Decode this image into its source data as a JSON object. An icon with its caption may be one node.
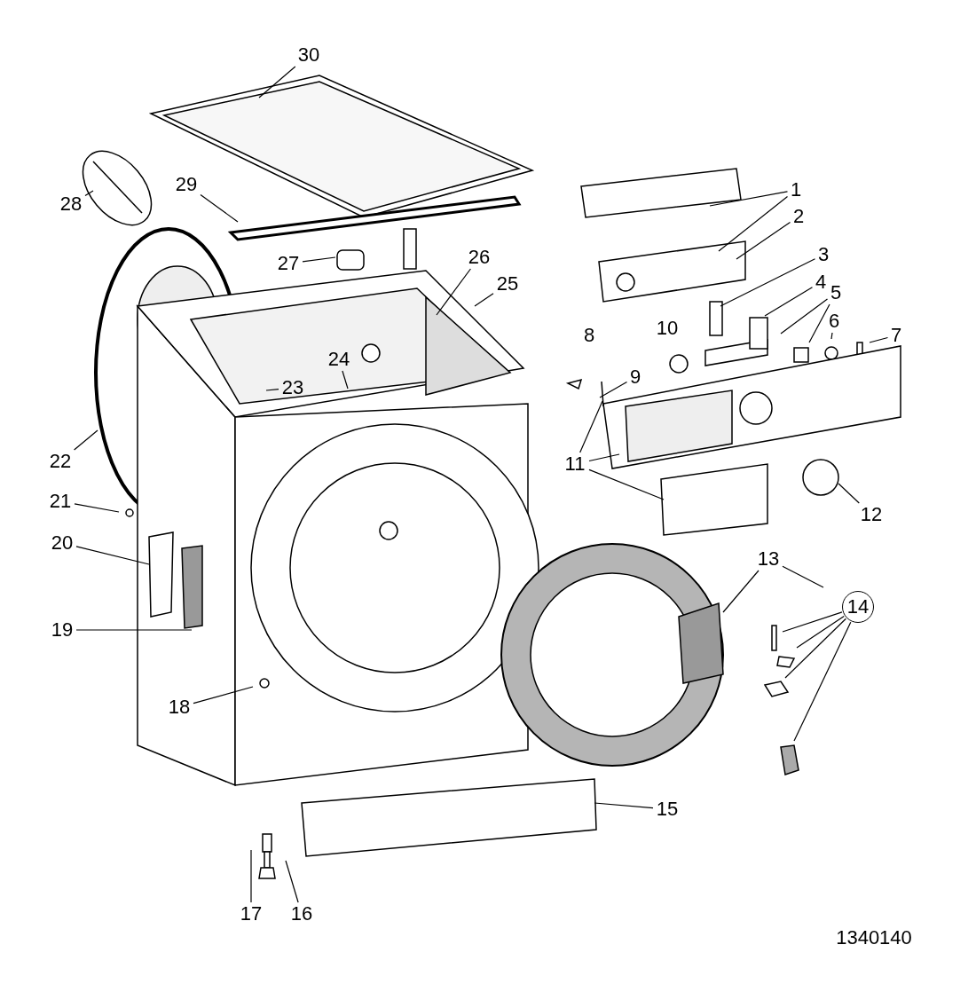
{
  "diagram": {
    "nodes": [
      {
        "text": [
          "1"
        ]
      },
      {
        "text": [
          "2"
        ]
      },
      {
        "text": [
          "3"
        ]
      },
      {
        "text": [
          "4"
        ]
      },
      {
        "text": [
          "5"
        ]
      },
      {
        "text": [
          "6"
        ]
      },
      {
        "text": [
          "7"
        ]
      },
      {
        "text": [
          "9"
        ]
      },
      {
        "text": [
          "11"
        ]
      },
      {
        "text": [
          "12"
        ]
      },
      {
        "text": [
          "13"
        ]
      },
      {
        "text": [
          "14"
        ]
      },
      {
        "text": [
          "15"
        ]
      },
      {
        "text": [
          "16"
        ]
      },
      {
        "text": [
          "17"
        ]
      },
      {
        "text": [
          "18"
        ]
      },
      {
        "text": [
          "19"
        ]
      },
      {
        "text": [
          "20"
        ]
      },
      {
        "text": [
          "21"
        ]
      },
      {
        "text": [
          "22"
        ]
      },
      {
        "text": [
          "23"
        ]
      },
      {
        "text": [
          "24"
        ]
      },
      {
        "text": [
          "25"
        ]
      },
      {
        "text": [
          "26"
        ]
      },
      {
        "text": [
          "27"
        ]
      },
      {
        "text": [
          "28"
        ]
      },
      {
        "text": [
          "29"
        ]
      },
      {
        "text": [
          "30"
        ]
      }
    ],
    "edges": [
      {
        "from": 0,
        "to": null,
        "arrow": "none"
      },
      {
        "from": 0,
        "to": null,
        "arrow": "none"
      },
      {
        "from": 1,
        "to": null,
        "arrow": "none"
      },
      {
        "from": 2,
        "to": null,
        "arrow": "none"
      },
      {
        "from": 3,
        "to": null,
        "arrow": "none"
      },
      {
        "from": 4,
        "to": null,
        "arrow": "none"
      },
      {
        "from": 4,
        "to": null,
        "arrow": "none"
      },
      {
        "from": 5,
        "to": null,
        "arrow": "none"
      },
      {
        "from": 6,
        "to": null,
        "arrow": "none"
      },
      {
        "from": 7,
        "to": null,
        "arrow": "none"
      },
      {
        "from": 8,
        "to": null,
        "arrow": "none"
      },
      {
        "from": 8,
        "to": null,
        "arrow": "none"
      },
      {
        "from": 8,
        "to": null,
        "arrow": "none"
      },
      {
        "from": 9,
        "to": null,
        "arrow": "none"
      },
      {
        "from": 10,
        "to": null,
        "arrow": "none"
      },
      {
        "from": 10,
        "to": null,
        "arrow": "none"
      },
      {
        "from": 11,
        "to": null,
        "arrow": "none"
      },
      {
        "from": 11,
        "to": null,
        "arrow": "none"
      },
      {
        "from": 11,
        "to": null,
        "arrow": "none"
      },
      {
        "from": 11,
        "to": null,
        "arrow": "none"
      },
      {
        "from": 12,
        "to": null,
        "arrow": "none"
      },
      {
        "from": 13,
        "to": null,
        "arrow": "none"
      },
      {
        "from": 14,
        "to": null,
        "arrow": "none"
      },
      {
        "from": 15,
        "to": null,
        "arrow": "none"
      },
      {
        "from": 16,
        "to": null,
        "arrow": "none"
      },
      {
        "from": 17,
        "to": null,
        "arrow": "none"
      },
      {
        "from": 18,
        "to": null,
        "arrow": "none"
      },
      {
        "from": 19,
        "to": null,
        "arrow": "none"
      },
      {
        "from": 20,
        "to": null,
        "arrow": "none"
      },
      {
        "from": 21,
        "to": null,
        "arrow": "none"
      },
      {
        "from": 22,
        "to": null,
        "arrow": "none"
      },
      {
        "from": 23,
        "to": null,
        "arrow": "none"
      },
      {
        "from": 24,
        "to": null,
        "arrow": "none"
      },
      {
        "from": 25,
        "to": null,
        "arrow": "none"
      },
      {
        "from": 26,
        "to": null,
        "arrow": "none"
      },
      {
        "from": 27,
        "to": null,
        "arrow": "none"
      }
    ],
    "labels": [
      "8",
      "10",
      "1340140"
    ]
  }
}
